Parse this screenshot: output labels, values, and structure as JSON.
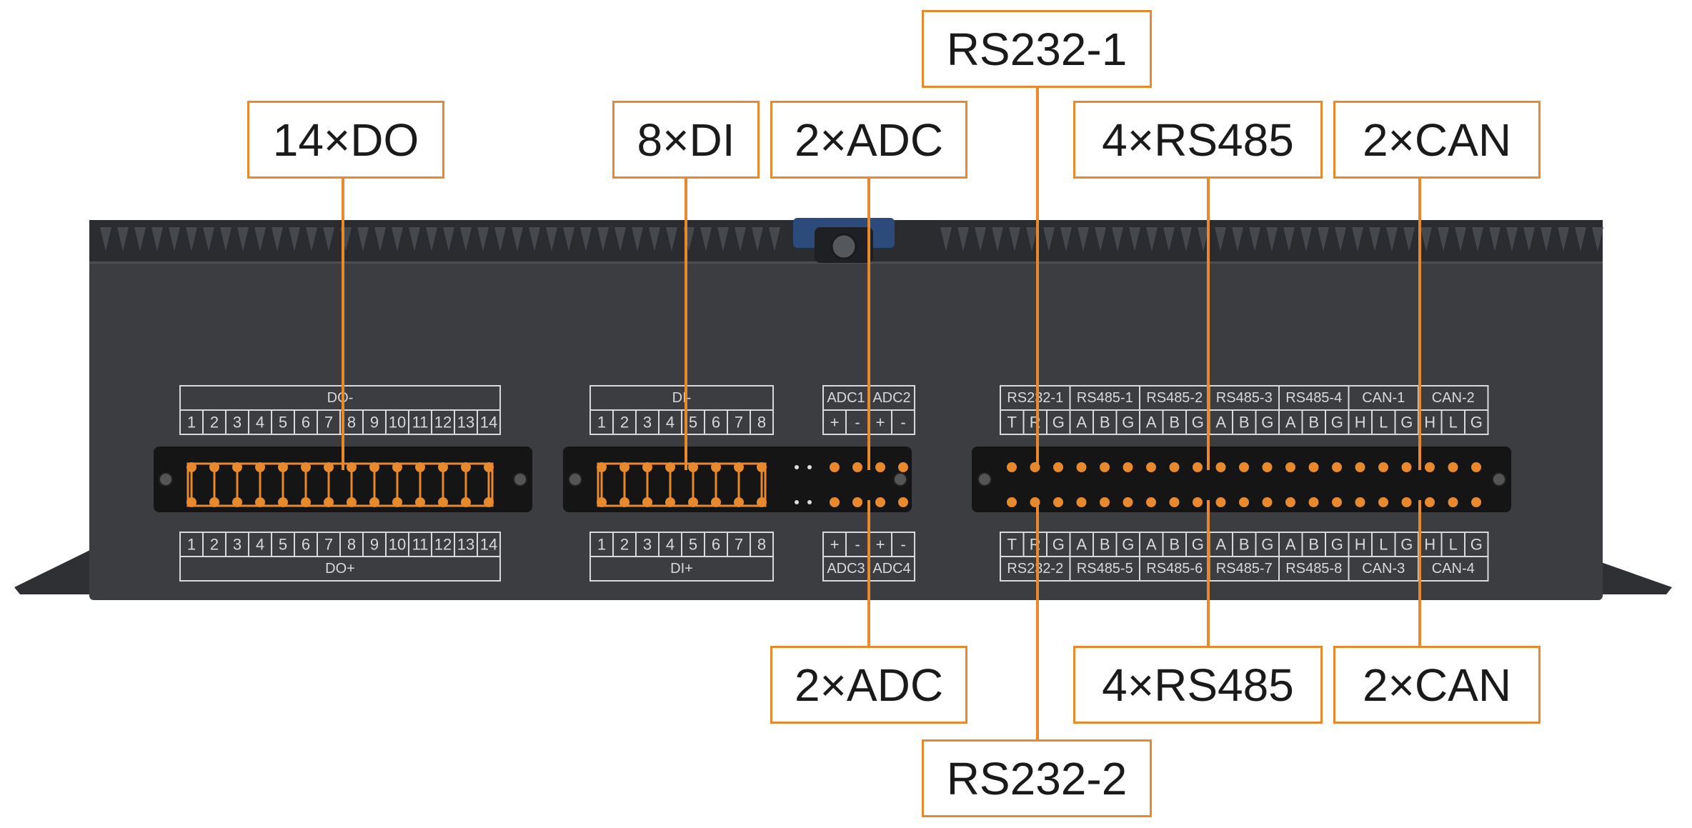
{
  "callouts": {
    "do": "14×DO",
    "di": "8×DI",
    "adc_top": "2×ADC",
    "rs232_1": "RS232-1",
    "rs485_top": "4×RS485",
    "can_top": "2×CAN",
    "adc_bottom": "2×ADC",
    "rs485_bottom": "4×RS485",
    "can_bottom": "2×CAN",
    "rs232_2": "RS232-2"
  },
  "device": {
    "do_top_header": "DO-",
    "do_bottom_header": "DO+",
    "do_pins": [
      "1",
      "2",
      "3",
      "4",
      "5",
      "6",
      "7",
      "8",
      "9",
      "10",
      "11",
      "12",
      "13",
      "14"
    ],
    "di_top_header": "DI-",
    "di_bottom_header": "DI+",
    "di_pins": [
      "1",
      "2",
      "3",
      "4",
      "5",
      "6",
      "7",
      "8"
    ],
    "adc_top_groups": [
      "ADC1",
      "ADC2"
    ],
    "adc_bottom_groups": [
      "ADC3",
      "ADC4"
    ],
    "adc_pins": [
      "+",
      "-",
      "+",
      "-"
    ],
    "comm_top_groups": [
      "RS232-1",
      "RS485-1",
      "RS485-2",
      "RS485-3",
      "RS485-4",
      "CAN-1",
      "CAN-2"
    ],
    "comm_bottom_groups": [
      "RS232-2",
      "RS485-5",
      "RS485-6",
      "RS485-7",
      "RS485-8",
      "CAN-3",
      "CAN-4"
    ],
    "comm_pins": [
      "T",
      "R",
      "G",
      "A",
      "B",
      "G",
      "A",
      "B",
      "G",
      "A",
      "B",
      "G",
      "A",
      "B",
      "G",
      "H",
      "L",
      "G",
      "H",
      "L",
      "G"
    ]
  },
  "colors": {
    "accent": "#e8892e",
    "chassis": "#3b3d41",
    "connector": "#151515",
    "label_line": "#d9d9d9"
  }
}
